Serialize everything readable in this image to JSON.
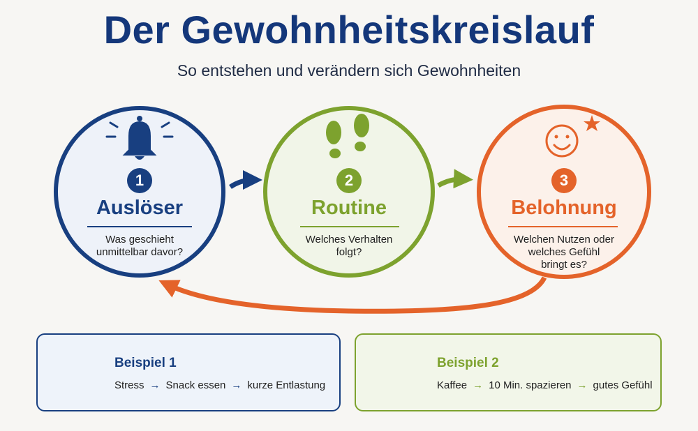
{
  "header": {
    "title": "Der Gewohnheitskreislauf",
    "subtitle": "So entstehen und verändern sich Gewohnheiten"
  },
  "colors": {
    "blue": "#183f80",
    "green": "#7da22e",
    "orange": "#e4632a",
    "title": "#14377a"
  },
  "steps": [
    {
      "number": "1",
      "label": "Auslöser",
      "question_lines": [
        "Was geschieht",
        "unmittelbar davor?"
      ],
      "icon": "bell-icon"
    },
    {
      "number": "2",
      "label": "Routine",
      "question_lines": [
        "Welches Verhalten",
        "folgt?"
      ],
      "icon": "footprints-icon"
    },
    {
      "number": "3",
      "label": "Belohnung",
      "question_lines": [
        "Welchen Nutzen oder",
        "welches Gefühl",
        "bringt es?"
      ],
      "icon": "smiley-star-icon"
    }
  ],
  "examples": [
    {
      "title": "Beispiel 1",
      "flow": [
        "Stress",
        "Snack essen",
        "kurze Entlastung"
      ],
      "icon": "clipboard-icon"
    },
    {
      "title": "Beispiel 2",
      "flow": [
        "Kaffee",
        "10 Min. spazieren",
        "gutes Gefühl"
      ],
      "icon": "walking-tree-icon"
    }
  ]
}
